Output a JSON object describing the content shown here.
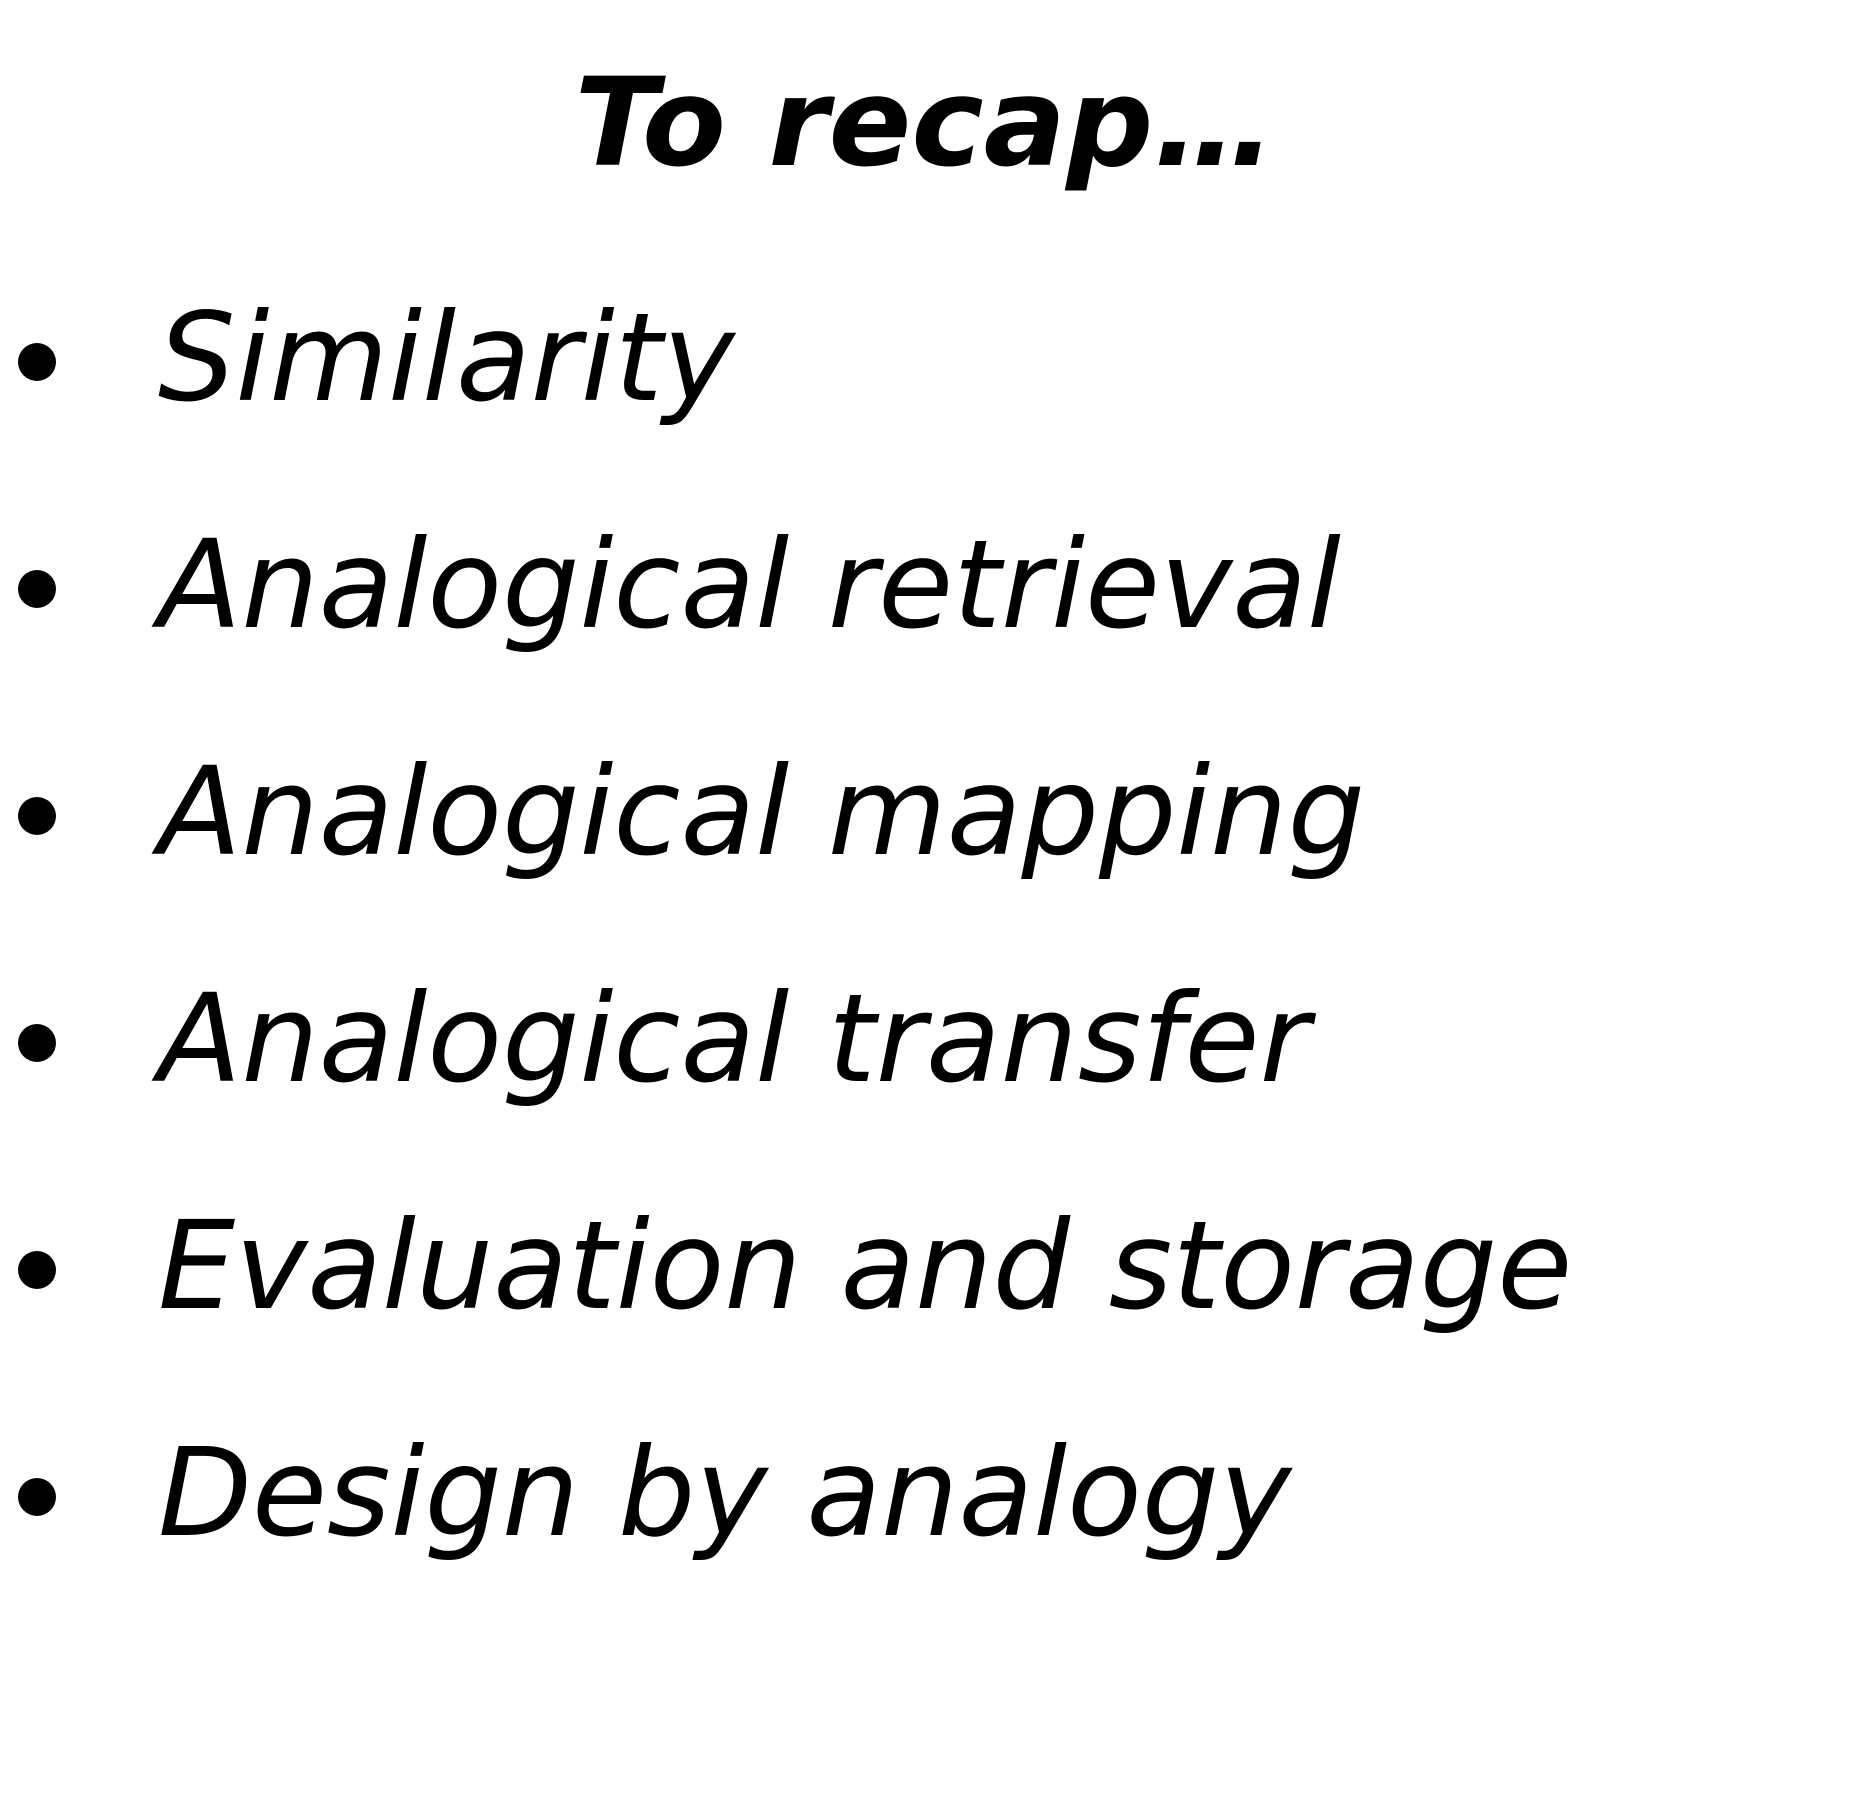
{
  "slide": {
    "title": "To recap…",
    "items": [
      {
        "text": "Similarity"
      },
      {
        "text": "Analogical retrieval"
      },
      {
        "text": "Analogical mapping"
      },
      {
        "text": "Analogical transfer"
      },
      {
        "text": "Evaluation and storage"
      },
      {
        "text": "Design by analogy"
      }
    ]
  }
}
